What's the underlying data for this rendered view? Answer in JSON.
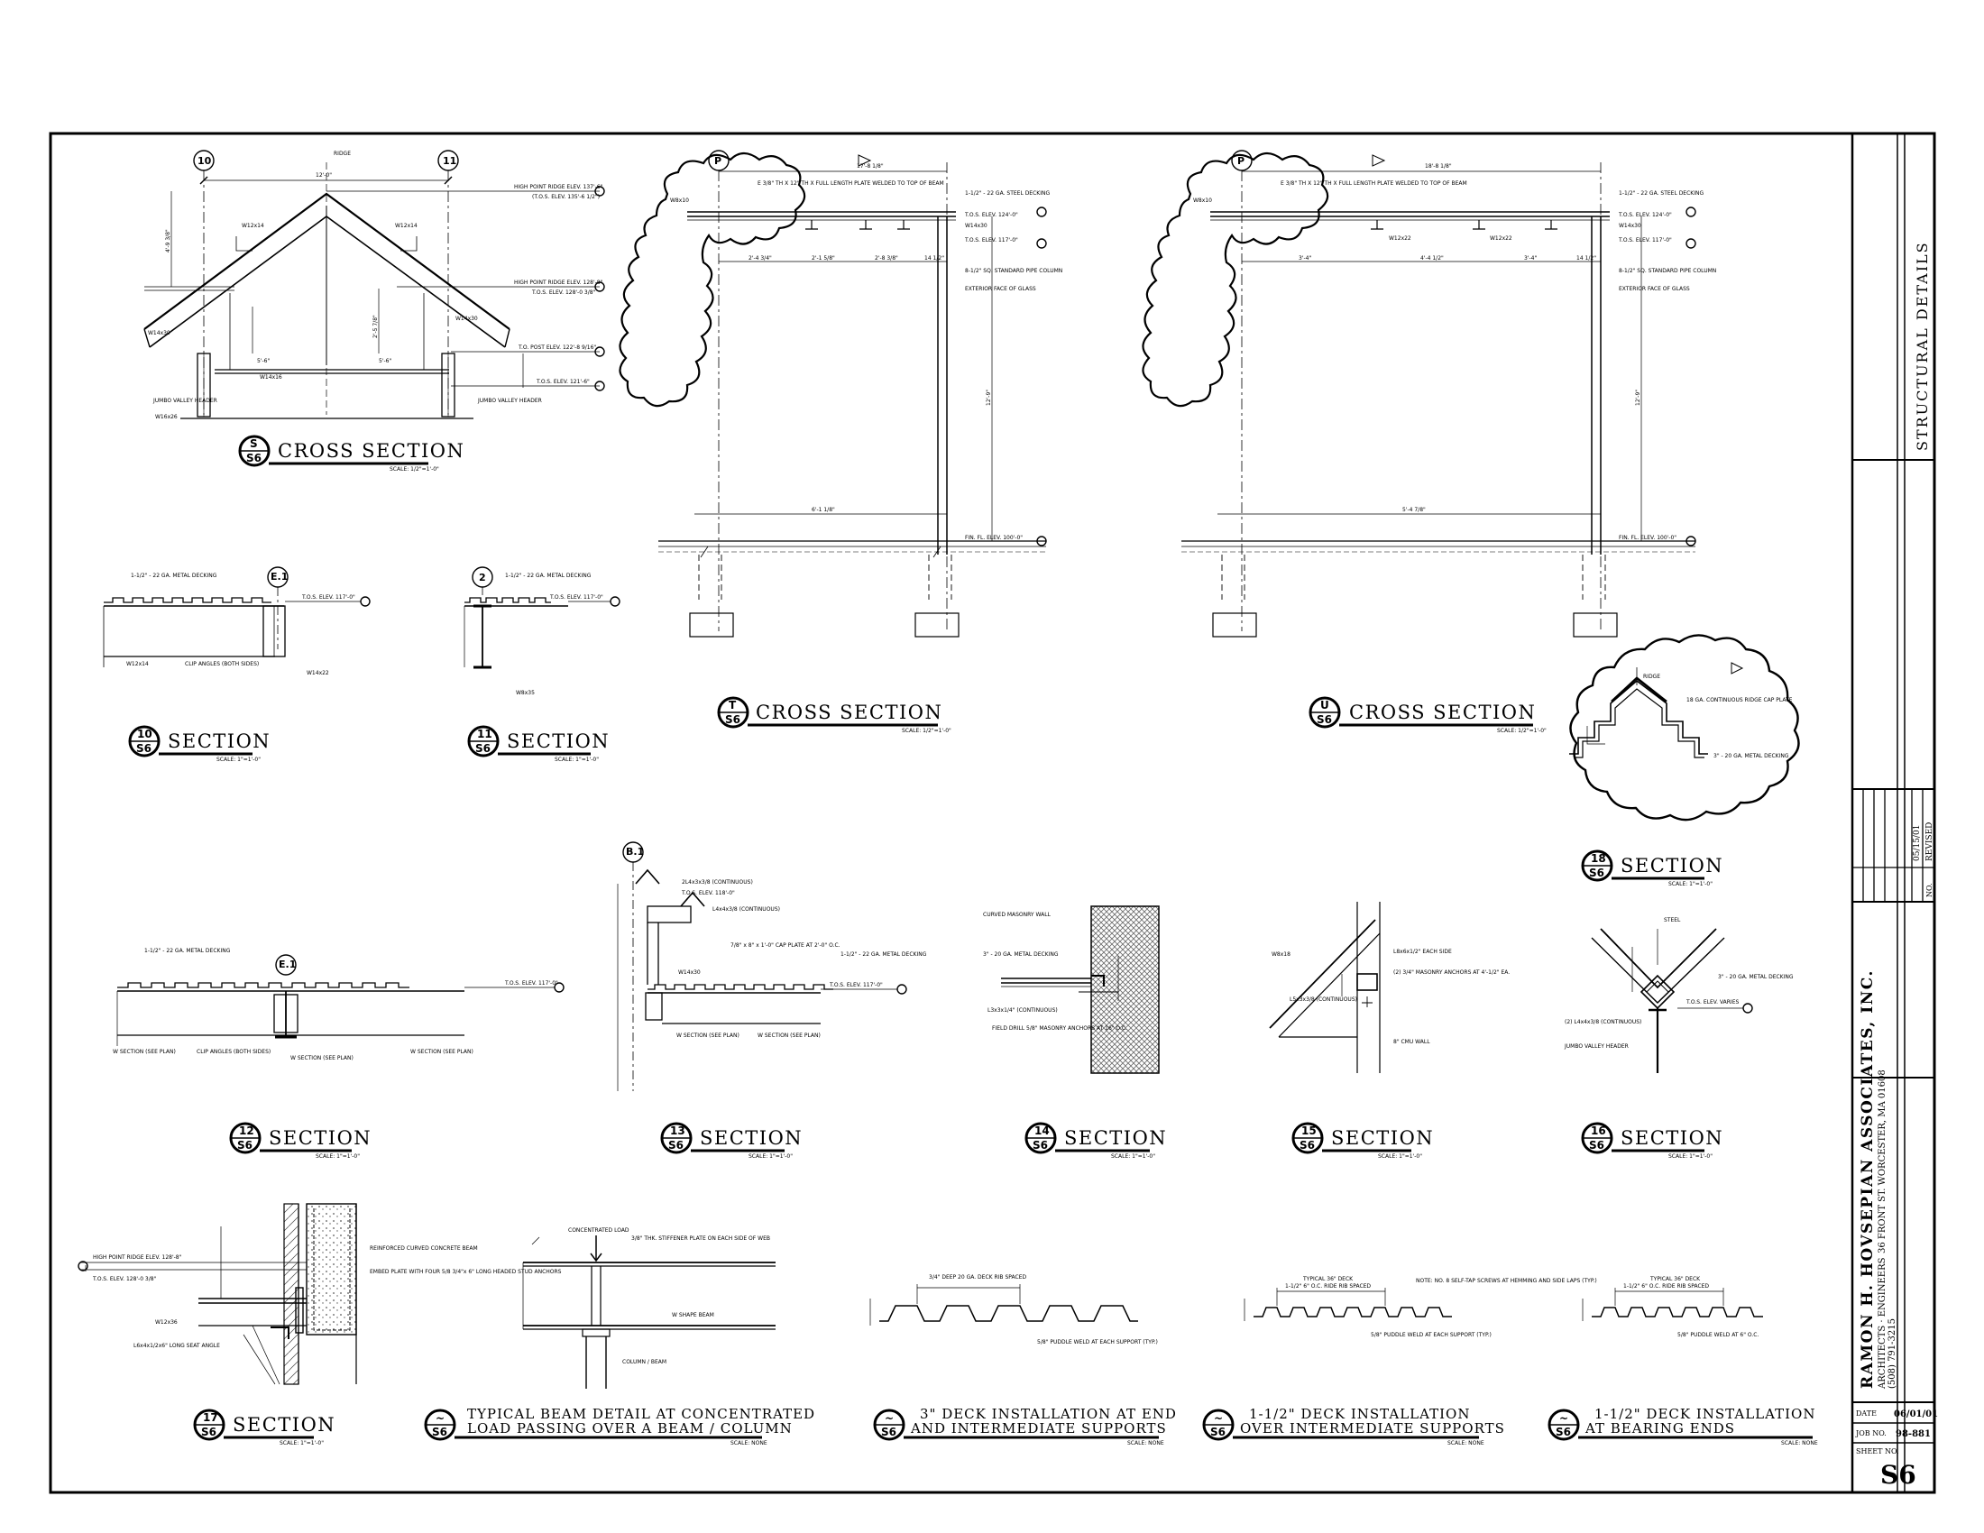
{
  "title_block": {
    "sheet_title": "STRUCTURAL DETAILS",
    "firm_name": "RAMON H. HOVSEPIAN ASSOCIATES, INC.",
    "firm_type": "ARCHITECTS · ENGINEERS",
    "firm_address": "36 FRONT ST. WORCESTER, MA 01608",
    "firm_phone": "(508) 791-3215",
    "date_label": "DATE",
    "date_value": "06/01/01",
    "job_label": "JOB NO.",
    "job_value": "98-881",
    "sheet_label": "SHEET NO.",
    "sheet_value": "S6",
    "rev_date": "05/15/01",
    "rev_desc": "REVISED",
    "rev_no_label": "NO."
  },
  "details": [
    {
      "id": "S",
      "title": "CROSS SECTION",
      "sheet": "S6",
      "scale": "SCALE: 1/2\"=1'-0\""
    },
    {
      "id": "T",
      "title": "CROSS SECTION",
      "sheet": "S6",
      "scale": "SCALE: 1/2\"=1'-0\""
    },
    {
      "id": "U",
      "title": "CROSS SECTION",
      "sheet": "S6",
      "scale": "SCALE: 1/2\"=1'-0\""
    },
    {
      "id": "10",
      "title": "SECTION",
      "sheet": "S6",
      "scale": "SCALE: 1\"=1'-0\""
    },
    {
      "id": "11",
      "title": "SECTION",
      "sheet": "S6",
      "scale": "SCALE: 1\"=1'-0\""
    },
    {
      "id": "18",
      "title": "SECTION",
      "sheet": "S6",
      "scale": "SCALE: 1\"=1'-0\""
    },
    {
      "id": "12",
      "title": "SECTION",
      "sheet": "S6",
      "scale": "SCALE: 1\"=1'-0\""
    },
    {
      "id": "13",
      "title": "SECTION",
      "sheet": "S6",
      "scale": "SCALE: 1\"=1'-0\""
    },
    {
      "id": "14",
      "title": "SECTION",
      "sheet": "S6",
      "scale": "SCALE: 1\"=1'-0\""
    },
    {
      "id": "15",
      "title": "SECTION",
      "sheet": "S6",
      "scale": "SCALE: 1\"=1'-0\""
    },
    {
      "id": "16",
      "title": "SECTION",
      "sheet": "S6",
      "scale": "SCALE: 1\"=1'-0\""
    },
    {
      "id": "17",
      "title": "SECTION",
      "sheet": "S6",
      "scale": "SCALE: 1\"=1'-0\""
    },
    {
      "id": "~",
      "title_1": "TYPICAL BEAM DETAIL AT CONCENTRATED",
      "title_2": "LOAD PASSING OVER A BEAM / COLUMN",
      "sheet": "S6",
      "scale": "SCALE: NONE"
    },
    {
      "id": "~",
      "title_1": "3\" DECK INSTALLATION AT END",
      "title_2": "AND INTERMEDIATE SUPPORTS",
      "sheet": "S6",
      "scale": "SCALE: NONE"
    },
    {
      "id": "~",
      "title_1": "1-1/2\" DECK INSTALLATION",
      "title_2": "OVER INTERMEDIATE SUPPORTS",
      "sheet": "S6",
      "scale": "SCALE: NONE"
    },
    {
      "id": "~",
      "title_1": "1-1/2\" DECK INSTALLATION",
      "title_2": "AT BEARING ENDS",
      "sheet": "S6",
      "scale": "SCALE: NONE"
    }
  ],
  "grid_tags": {
    "g10": "10",
    "g11": "11",
    "gP1": "P",
    "gP2": "P",
    "gE1": "E.1",
    "g2": "2",
    "gE1b": "E.1",
    "gB1": "B.1"
  },
  "notes": {
    "s_ridge": "RIDGE",
    "s_elev1": "HIGH POINT RIDGE ELEV. 137'-6\"",
    "s_tos1": "(T.O.S. ELEV. 135'-6 1/2\")",
    "s_elev2": "HIGH POINT RIDGE ELEV. 128'-8\"",
    "s_tos2": "T.O.S. ELEV. 128'-0 3/8\"",
    "s_tos3": "T.O. POST ELEV. 122'-8 9/16\"",
    "s_tos4": "T.O.S. ELEV. 121'-6\"",
    "s_w1": "W12x14",
    "s_w2": "W12x14",
    "s_w3": "W14x30",
    "s_w4": "W14x30",
    "s_w5": "W14x16",
    "s_valley1": "JUMBO VALLEY HEADER",
    "s_valley2": "JUMBO VALLEY HEADER",
    "s_w6": "W16x26",
    "t_deck": "1-1/2\" - 22 GA. STEEL DECKING",
    "t_plate": "E 3/8\" TH X 12\" TH X FULL LENGTH PLATE WELDED TO TOP OF BEAM",
    "t_tos": "T.O.S. ELEV. 124'-0\"",
    "t_tos2": "T.O.S. ELEV. 117'-0\"",
    "t_col": "8-1/2\" SQ. STANDARD PIPE COLUMN",
    "t_glass": "EXTERIOR FACE OF GLASS",
    "t_fin": "FIN. FL. ELEV. 100'-0\"",
    "t_w": "W14x30",
    "t_w2": "W8x10",
    "u_deck": "1-1/2\" - 22 GA. STEEL DECKING",
    "u_plate": "E 3/8\" TH X 12\" TH X FULL LENGTH PLATE WELDED TO TOP OF BEAM",
    "u_tos": "T.O.S. ELEV. 124'-0\"",
    "u_tos2": "T.O.S. ELEV. 117'-0\"",
    "u_col": "8-1/2\" SQ. STANDARD PIPE COLUMN",
    "u_glass": "EXTERIOR FACE OF GLASS",
    "u_fin": "FIN. FL. ELEV. 100'-0\"",
    "u_w1": "W12x22",
    "u_w2": "W12x22",
    "u_w3": "W8x10",
    "u_w4": "W14x30",
    "d10_deck": "1-1/2\" - 22 GA. METAL DECKING",
    "d10_tos": "T.O.S. ELEV. 117'-0\"",
    "d10_w1": "W12x14",
    "d10_clip": "CLIP ANGLES (BOTH SIDES)",
    "d10_w2": "W14x22",
    "d11_deck": "1-1/2\" - 22 GA. METAL DECKING",
    "d11_tos": "T.O.S. ELEV. 117'-0\"",
    "d11_w": "W8x35",
    "d18_ridge": "RIDGE",
    "d18_plate": "18 GA. CONTINUOUS RIDGE CAP PLATE",
    "d18_deck": "3\" - 20 GA. METAL DECKING",
    "d12_deck": "1-1/2\" - 22 GA. METAL DECKING",
    "d12_tos": "T.O.S. ELEV. 117'-0\"",
    "d12_w1": "W SECTION (SEE PLAN)",
    "d12_clip": "CLIP ANGLES (BOTH SIDES)",
    "d12_w2": "W SECTION (SEE PLAN)",
    "d12_w3": "W SECTION (SEE PLAN)",
    "d13_a": "2L4x3x3/8 (CONTINUOUS)",
    "d13_tos": "T.O.S. ELEV. 118'-0\"",
    "d13_b": "L4x4x3/8 (CONTINUOUS)",
    "d13_c": "7/8\" x 8\" x 1'-0\" CAP PLATE AT 2'-0\" O.C.",
    "d13_w": "W14x30",
    "d13_deck": "1-1/2\" - 22 GA. METAL DECKING",
    "d13_tos2": "T.O.S. ELEV. 117'-0\"",
    "d13_w2": "W SECTION (SEE PLAN)",
    "d13_w3": "W SECTION (SEE PLAN)",
    "d14_wall": "CURVED MASONRY WALL",
    "d14_deck": "3\" - 20 GA. METAL DECKING",
    "d14_ang": "L3x3x1/4\" (CONTINUOUS)",
    "d14_anch": "FIELD DRILL 5/8\" MASONRY ANCHORS AT 16\" O.C.",
    "d15_w": "W8x18",
    "d15_a": "L8x6x1/2\" EACH SIDE",
    "d15_b": "(2) 3/4\" MASONRY ANCHORS AT 4'-1/2\" EA.",
    "d15_c": "L5x3x3/8 (CONTINUOUS)",
    "d15_wall": "8\" CMU WALL",
    "d16_steel": "STEEL",
    "d16_deck": "3\" - 20 GA. METAL DECKING",
    "d16_tos": "T.O.S. ELEV. VARIES",
    "d16_ang": "(2) L4x4x3/8 (CONTINUOUS)",
    "d16_hdr": "JUMBO VALLEY HEADER",
    "d17_elev": "HIGH POINT RIDGE ELEV. 128'-8\"",
    "d17_tos": "T.O.S. ELEV. 128'-0 3/8\"",
    "d17_beam": "REINFORCED CURVED CONCRETE BEAM",
    "d17_plate": "EMBED PLATE WITH FOUR 5/8 3/4\"x 6\" LONG HEADED STUD ANCHORS",
    "d17_w": "W12x36",
    "d17_ang": "L6x4x1/2x6\" LONG SEAT ANGLE",
    "tb_load": "CONCENTRATED LOAD",
    "tb_plate": "3/8\" THK. STIFFENER PLATE ON EACH SIDE OF WEB",
    "tb_beam": "W SHAPE BEAM",
    "tb_col": "COLUMN / BEAM",
    "dk3_top": "3/4\" DEEP 20 GA. DECK RIB SPACED",
    "dk3_weld": "5/8\" PUDDLE WELD AT EACH SUPPORT (TYP.)",
    "dk15a_top": "TYPICAL 36\" DECK",
    "dk15a_rib": "1-1/2\" 6\" O.C. RIDE RIB SPACED",
    "dk15a_note": "NOTE: NO. 8 SELF-TAP SCREWS AT HEMMING AND SIDE LAPS (TYP.)",
    "dk15a_weld": "5/8\" PUDDLE WELD AT EACH SUPPORT (TYP.)",
    "dk15b_top": "TYPICAL 36\" DECK",
    "dk15b_rib": "1-1/2\" 6\" O.C. RIDE RIB SPACED",
    "dk15b_weld": "5/8\" PUDDLE WELD AT 6\" O.C."
  },
  "dims": {
    "s_top": "12'-0\"",
    "s_h1": "4'-9 3/8\"",
    "s_h2": "2'-5 7/8\"",
    "s_b1": "5'-6\"",
    "s_b2": "5'-6\"",
    "t_top": "17'-8 1/8\"",
    "t_1": "2'-4 3/4\"",
    "t_2": "2'-1 5/8\"",
    "t_3": "2'-8 3/8\"",
    "t_4": "14 1/2\"",
    "t_bot": "6'-1 1/8\"",
    "t_h": "12'-9\"",
    "u_top": "18'-8 1/8\"",
    "u_1": "3'-4\"",
    "u_2": "4'-4 1/2\"",
    "u_3": "3'-4\"",
    "u_4": "14 1/2\"",
    "u_bot": "5'-4 7/8\"",
    "u_h": "12'-9\""
  },
  "colors": {
    "ink": "#000000",
    "paper": "#ffffff",
    "hatch": "#9a9a9a"
  }
}
